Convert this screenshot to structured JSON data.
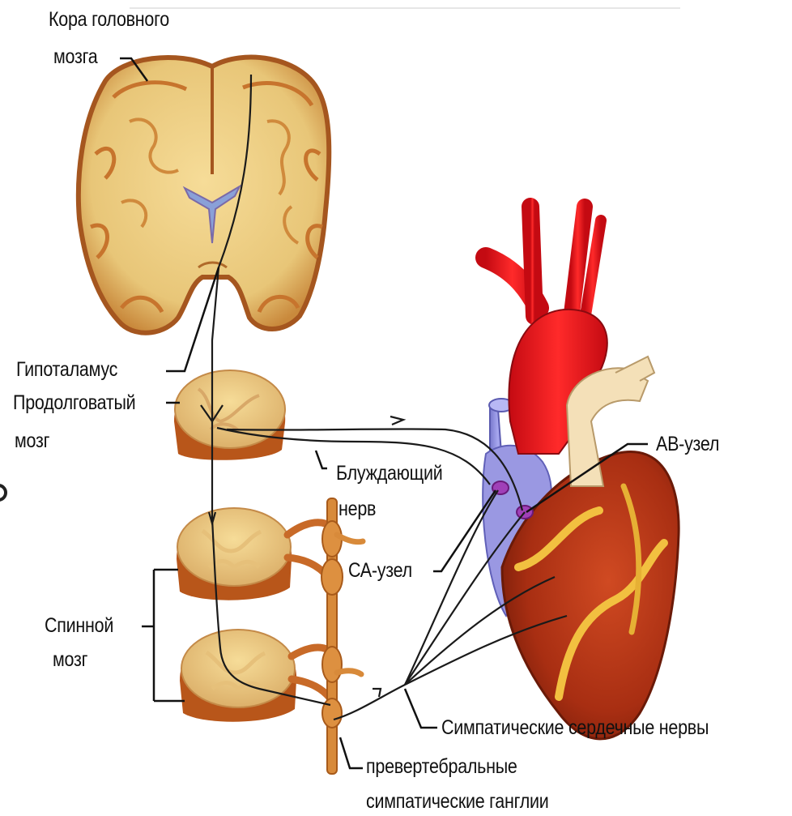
{
  "labels": {
    "cortex": [
      "Кора головного",
      "мозга"
    ],
    "hypothalamus": "Гипоталамус",
    "medulla": [
      "Продолговатый",
      "мозг"
    ],
    "vagus": [
      "Блуждающий",
      "нерв"
    ],
    "sa_node": "СА-узел",
    "av_node": "АВ-узел",
    "spinal_cord": [
      "Спинной",
      "мозг"
    ],
    "sympathetic_nerves": "Симпатические сердечные нервы",
    "ganglia": [
      "превертебральные",
      "симпатические ганглии"
    ]
  },
  "colors": {
    "brain_fill": "#f0d08a",
    "brain_cortex": "#b8662a",
    "heart_red": "#e8141e",
    "heart_muscle": "#b8341a",
    "vein_blue": "#8f8fe0",
    "nerve": "#1a1a1a",
    "ganglia_chain": "#d88a3a"
  }
}
